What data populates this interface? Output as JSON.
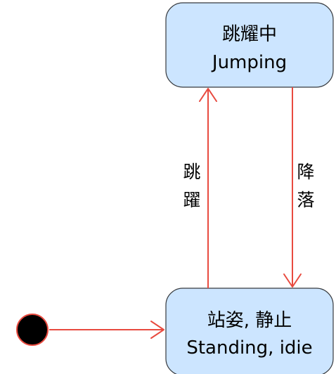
{
  "states": {
    "jumping": {
      "line1": "跳耀中",
      "line2": "Jumping"
    },
    "standing": {
      "line1": "站姿, 静止",
      "line2": "Standing, idie"
    }
  },
  "transitions": {
    "jump": {
      "char1": "跳",
      "char2": "躍"
    },
    "land": {
      "char1": "降",
      "char2": "落"
    }
  },
  "colors": {
    "state_fill": "#cce5ff",
    "state_stroke": "#36393d",
    "edge": "#e84a3f",
    "initial_node": "#000000"
  }
}
